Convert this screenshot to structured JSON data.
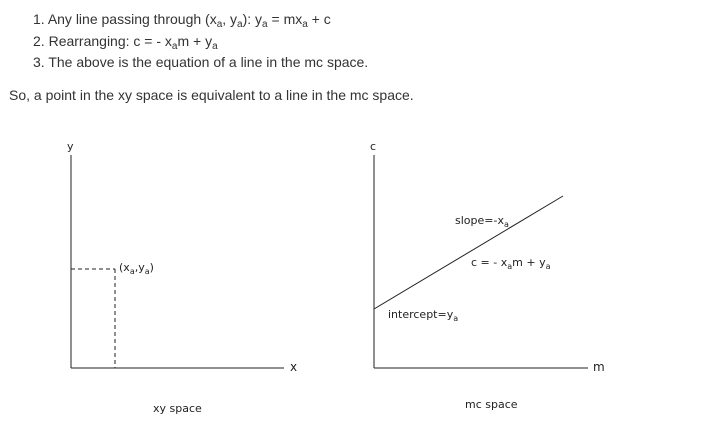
{
  "steps": [
    {
      "num": "1.",
      "p1": "Any line passing through (x",
      "s1": "a",
      "p2": ", y",
      "s2": "a",
      "p3": "): y",
      "s3": "a",
      "p4": " = mx",
      "s4": "a",
      "p5": " + c"
    },
    {
      "num": "2.",
      "p1": "Rearranging: c = - x",
      "s1": "a",
      "p2": "m + y",
      "s2": "a"
    },
    {
      "num": "3.",
      "p1": "The above is the equation of a line in the mc space."
    }
  ],
  "summary": "So, a point in the xy space is equivalent to a line in the mc space.",
  "xy_plot": {
    "y_axis_label": "y",
    "x_axis_label": "x",
    "point_label": {
      "open": "(x",
      "s1": "a",
      "comma": ",y",
      "s2": "a",
      "close": ")"
    },
    "caption": "xy space"
  },
  "mc_plot": {
    "y_axis_label": "c",
    "x_axis_label": "m",
    "slope_label": {
      "main": "slope=-x",
      "sub": "a"
    },
    "equation_label": {
      "p1": "c = - x",
      "s1": "a",
      "p2": "m + y",
      "s2": "a"
    },
    "intercept_label": {
      "main": "intercept=y",
      "sub": "a"
    },
    "caption": "mc space"
  },
  "colors": {
    "text": "#333333",
    "lines": "#222222",
    "background": "#ffffff"
  }
}
